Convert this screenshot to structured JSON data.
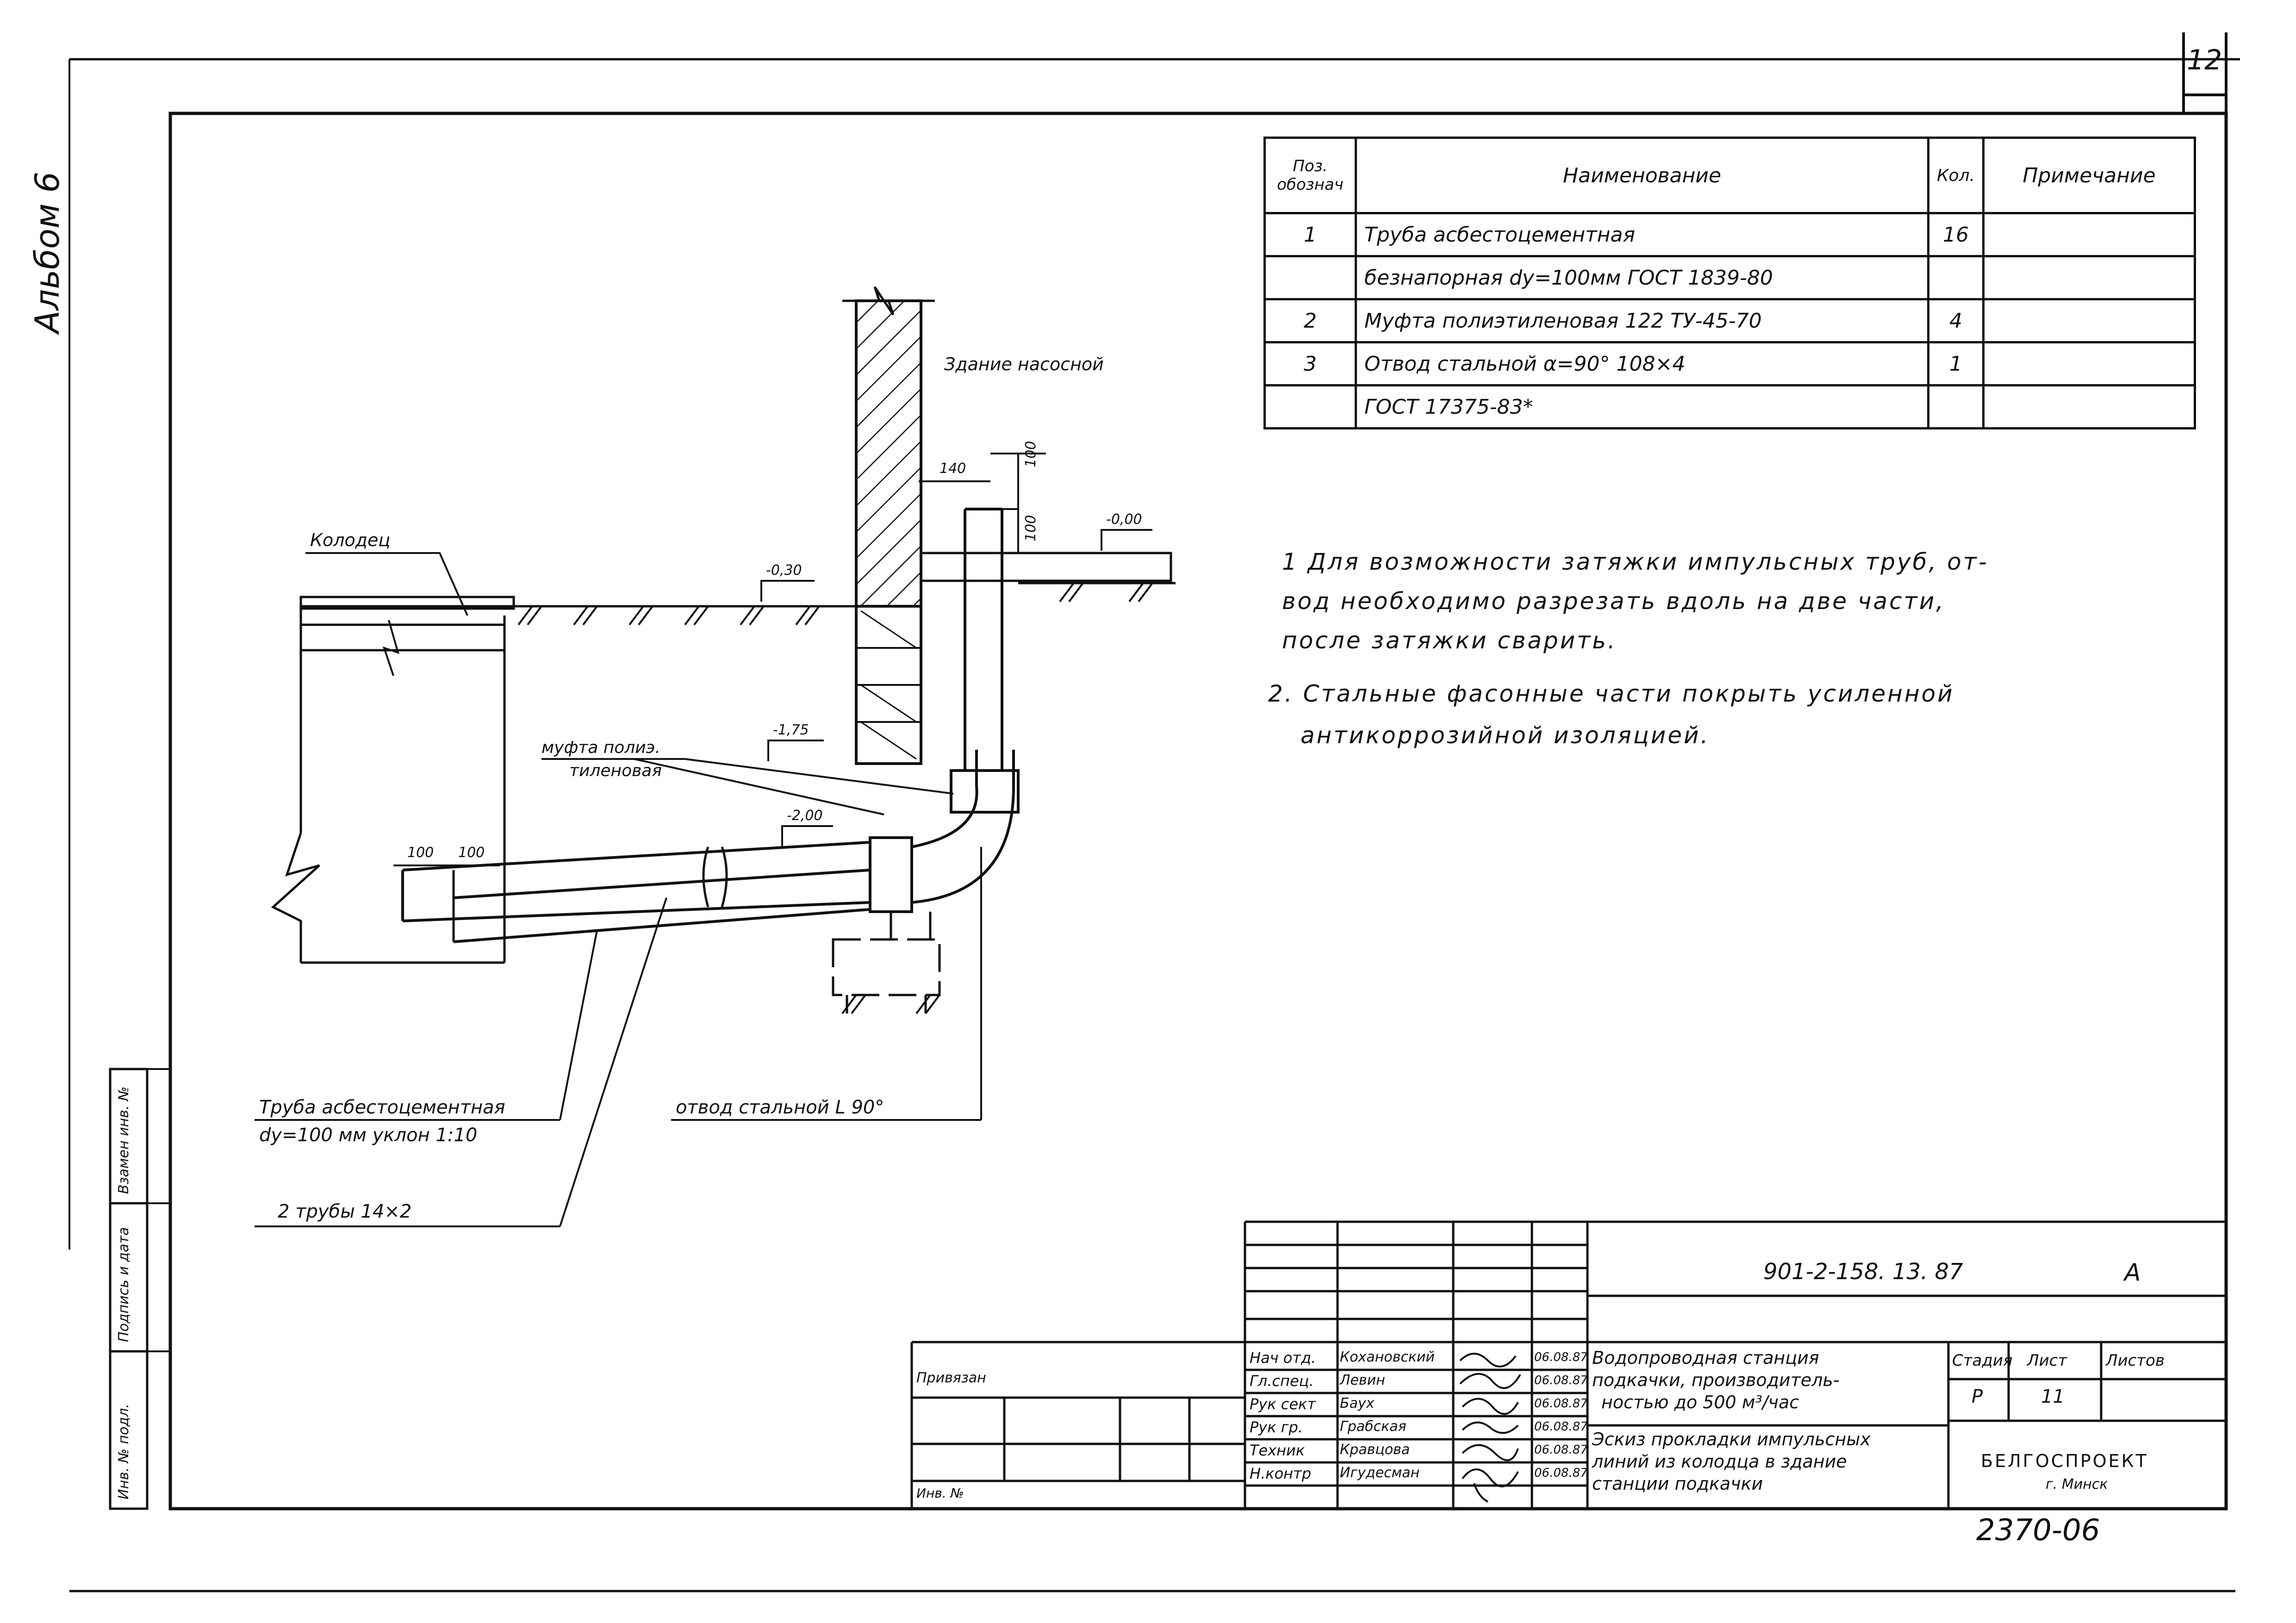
{
  "page_number": "12",
  "album_label": "Альбом 6",
  "stamp_number": "2370-06",
  "side_stamp": {
    "inv_label": "Инв. № подл.",
    "sign_label": "Подпись и дата",
    "replace_label": "Взамен инв. №"
  },
  "spec_table": {
    "headers": {
      "pos": "Поз. обознач",
      "name": "Наименование",
      "qty": "Кол.",
      "note": "Примечание"
    },
    "rows": [
      {
        "pos": "1",
        "name": "Труба асбестоцементная",
        "qty": "16",
        "note": ""
      },
      {
        "pos": "",
        "name": "безнапорная dy=100мм ГОСТ 1839-80",
        "qty": "",
        "note": ""
      },
      {
        "pos": "2",
        "name": "Муфта полиэтиленовая 122 ТУ-45-70",
        "qty": "4",
        "note": ""
      },
      {
        "pos": "3",
        "name": "Отвод стальной α=90° 108×4",
        "qty": "1",
        "note": ""
      },
      {
        "pos": "",
        "name": "ГОСТ 17375-83*",
        "qty": "",
        "note": ""
      }
    ]
  },
  "notes": [
    "1 Для возможности затяжки импульсных труб, отвод необходимо разрезать вдоль на две части,",
    "после затяжки сварить.",
    "2. Стальные фасонные части покрыть усиленной",
    "антикоррозийной изоляцией."
  ],
  "note_lines": [
    "1 Для возможности затяжки импульсных труб, от-",
    "вод необходимо разрезать вдоль на две части,",
    "после затяжки сварить.",
    "2. Стальные фасонные части покрыть усиленной",
    "антикоррозийной изоляцией."
  ],
  "drawing": {
    "building_label": "Здание насосной",
    "well_label": "Колодец",
    "coupling_label_1": "муфта полиэ.",
    "coupling_label_2": "тиленовая",
    "pipe_label_1": "Труба асбестоцементная",
    "pipe_label_2": "dy=100 мм уклон 1:10",
    "pipes_label": "2 трубы 14×2",
    "elbow_label": "отвод стальной L 90°",
    "dim_140": "140",
    "dim_100a": "100",
    "dim_100b": "100",
    "dim_100c": "100",
    "dim_100d": "100",
    "level_000": "-0,00",
    "level_030": "-0,30",
    "level_175": "-1,75",
    "level_200": "-2,00"
  },
  "title_block": {
    "code": "901-2-158. 13. 87",
    "letter": "А",
    "linked_label": "Привязан",
    "inv_label": "Инв. №",
    "people": [
      {
        "role": "Нач отд.",
        "name": "Кохановский",
        "date": "06.08.87"
      },
      {
        "role": "Гл.спец.",
        "name": "Левин",
        "date": "06.08.87"
      },
      {
        "role": "Рук сект",
        "name": "Бaух",
        "date": "06.08.87"
      },
      {
        "role": "Рук гр.",
        "name": "Грабская",
        "date": "06.08.87"
      },
      {
        "role": "Техник",
        "name": "Кравцова",
        "date": "06.08.87"
      },
      {
        "role": "Н.контр",
        "name": "Игудесман",
        "date": "06.08.87"
      }
    ],
    "object_title_1": "Водопроводная станция",
    "object_title_2": "подкачки, производитель-",
    "object_title_3": "ностью до 500 м³/час",
    "sheet_title_1": "Эскиз прокладки импульсных",
    "sheet_title_2": "линий из колодца в здание",
    "sheet_title_3": "станции подкачки",
    "stage_label": "Стадия",
    "sheet_label": "Лист",
    "sheets_label": "Листов",
    "stage": "Р",
    "sheet": "11",
    "sheets": "",
    "org_1": "БЕЛГОСПРОЕКТ",
    "org_2": "г. Минск"
  }
}
